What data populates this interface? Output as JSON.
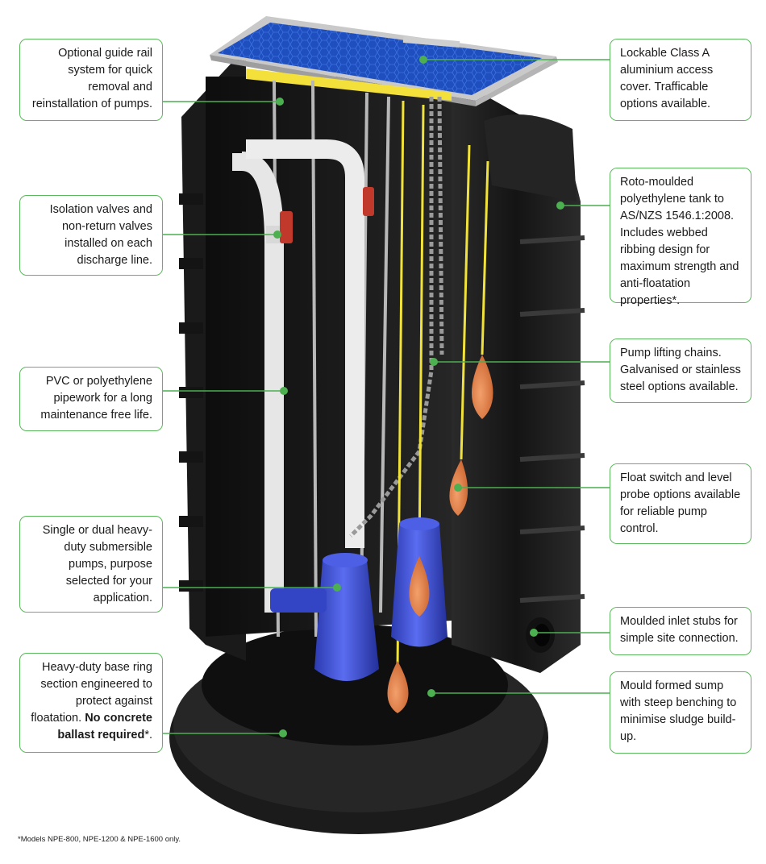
{
  "callouts": {
    "guide_rail": "Optional guide rail system for quick removal and reinstallation of pumps.",
    "valves": "Isolation valves and non-return valves installed on each discharge line.",
    "pipework": "PVC or polyethylene pipework for a long maintenance free life.",
    "pumps": "Single or dual heavy-duty submersible pumps, purpose selected for your application.",
    "base_ring_text": "Heavy-duty base ring section engineered to protect against floatation.",
    "base_ring_bold": "No concrete ballast required",
    "base_ring_suffix": "*.",
    "cover": "Lockable Class A aluminium access cover. Trafficable options available.",
    "tank": "Roto-moulded polyethylene tank to AS/NZS 1546.1:2008. Includes webbed ribbing design for maximum strength and anti-floatation properties*.",
    "chains": "Pump lifting chains. Galvanised or stainless steel options available.",
    "float": "Float switch and level probe options available for reliable pump control.",
    "inlet": "Moulded inlet stubs for simple site connection.",
    "sump": "Mould formed sump with steep benching to minimise sludge build-up."
  },
  "footnote": "*Models NPE-800, NPE-1200 & NPE-1600 only.",
  "colors": {
    "callout_border": "#5cb85c",
    "leader": "#4caf50",
    "tank": "#1e1e1e",
    "cover": "#1f4fbf",
    "pump": "#3b4fd6",
    "float": "#e07a45",
    "pipe": "#e8e8e8",
    "valve": "#c0392b"
  }
}
